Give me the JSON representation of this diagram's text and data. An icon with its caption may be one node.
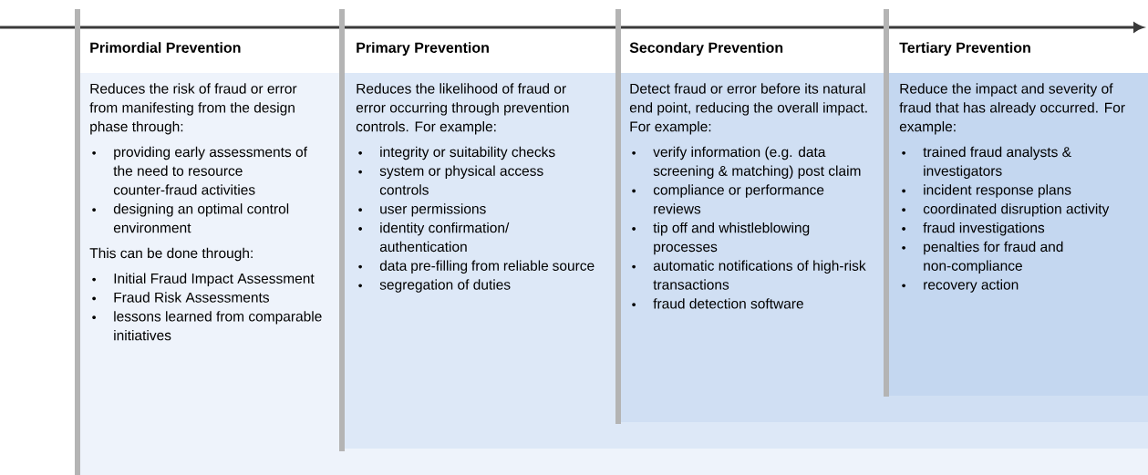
{
  "diagram": {
    "nodes": [
      {
        "text": [
          "Primordial Prevention",
          "Reduces the risk of fraud or error from manifesting from the design phase through:",
          "providing early assessments of the need to resource counter-fraud activities",
          "designing an optimal control environment",
          "This can be done through:",
          "Initial Fraud Impact Assessment",
          "Fraud Risk Assessments",
          "lessons learned from comparable initiatives"
        ]
      },
      {
        "text": [
          "Primary Prevention",
          "Reduces the likelihood of fraud or error occurring through prevention controls. For example:",
          "integrity or suitability checks",
          "system or physical access controls",
          "user permissions",
          "identity confirmation/ authentication",
          "data pre-filling from reliable source",
          "segregation of duties"
        ],
        "in": 0
      },
      {
        "text": [
          "Secondary Prevention",
          "Detect fraud or error before its natural end point, reducing the overall impact. For example:",
          "verify information (e.g. data screening & matching) post claim",
          "compliance or performance reviews",
          "tip off and whistleblowing processes",
          "automatic notifications of high-risk transactions",
          "fraud detection software"
        ],
        "in": 1
      },
      {
        "text": [
          "Tertiary Prevention",
          "Reduce the impact and severity of fraud that has already occurred. For example:",
          "trained fraud analysts & investigators",
          "incident response plans",
          "coordinated disruption activity",
          "fraud investigations",
          "penalties for fraud and non-compliance",
          "recovery action"
        ],
        "in": 2
      }
    ]
  }
}
